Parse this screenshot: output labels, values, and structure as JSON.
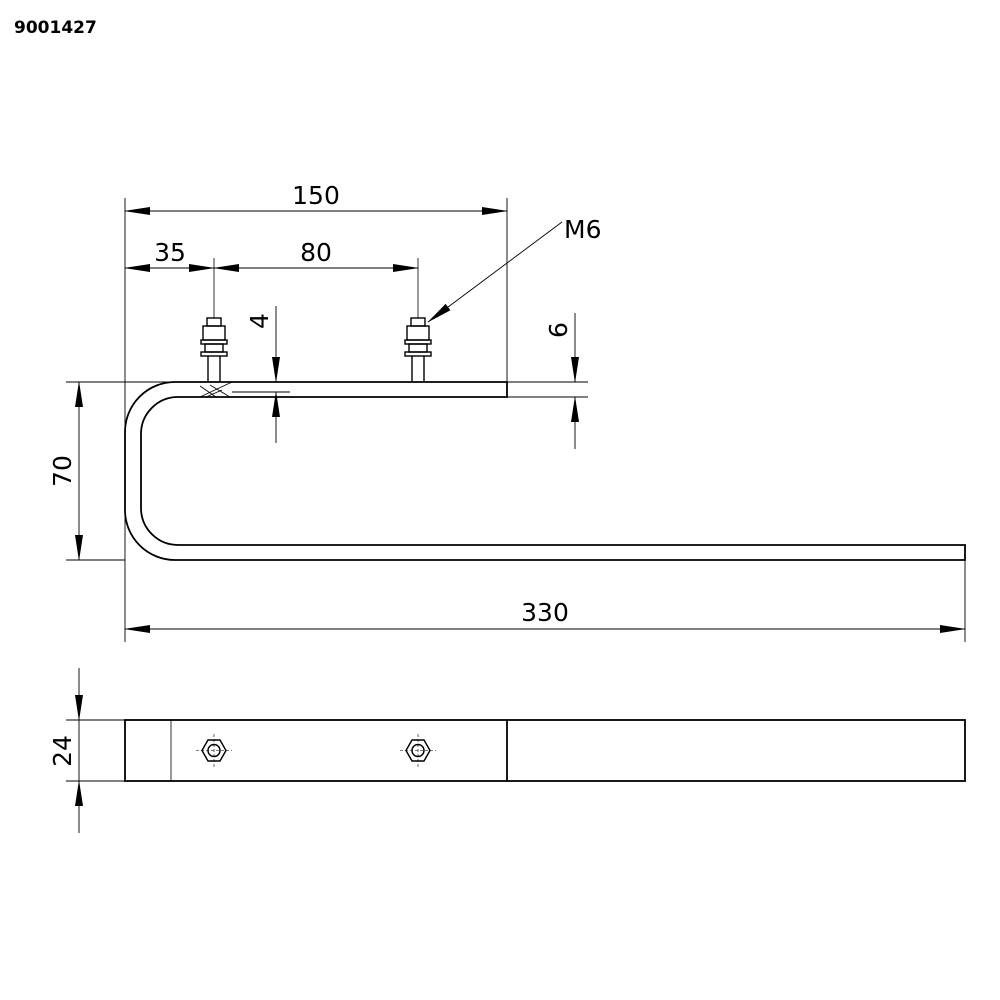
{
  "part_number": "9001427",
  "thread_label": "M6",
  "dimensions": {
    "total_length": "330",
    "total_height": "70",
    "top_length": "150",
    "bolt_offset": "35",
    "bolt_spacing": "80",
    "thickness_bolt_side": "4",
    "thickness_end": "6",
    "width": "24"
  },
  "colors": {
    "line": "#000000",
    "background": "#ffffff"
  }
}
